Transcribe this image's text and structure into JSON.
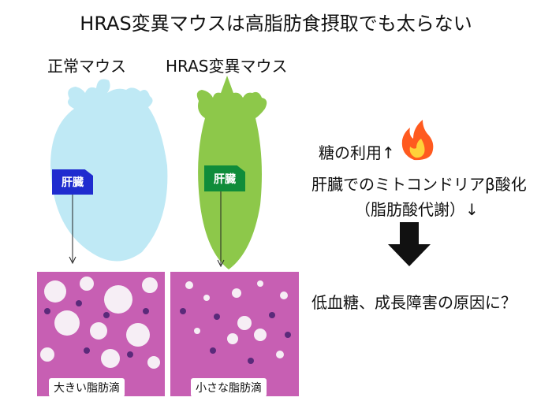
{
  "title": "HRAS変異マウスは高脂肪食摂取でも太らない",
  "normal": {
    "label": "正常マウス",
    "organ": "肝臓",
    "caption": "大きい脂肪滴"
  },
  "mutant": {
    "label": "HRAS変異マウス",
    "organ": "肝臓",
    "caption": "小さな脂肪滴"
  },
  "effects": {
    "line1": "糖の利用↑",
    "line2": "肝臓でのミトコンドリアβ酸化",
    "line3": "（脂肪酸代謝）↓",
    "result": "低血糖、成長障害の原因に？"
  },
  "colors": {
    "normal_liver": "#bfe9f5",
    "mutant_liver": "#8dc84a",
    "normal_tag": "#1f2ccf",
    "mutant_tag": "#0f8c3a",
    "tissue": "#c75fb3",
    "fire": "#ff5a1f"
  },
  "icons": {
    "fire": "fire-icon",
    "arrow": "down-arrow-icon"
  }
}
